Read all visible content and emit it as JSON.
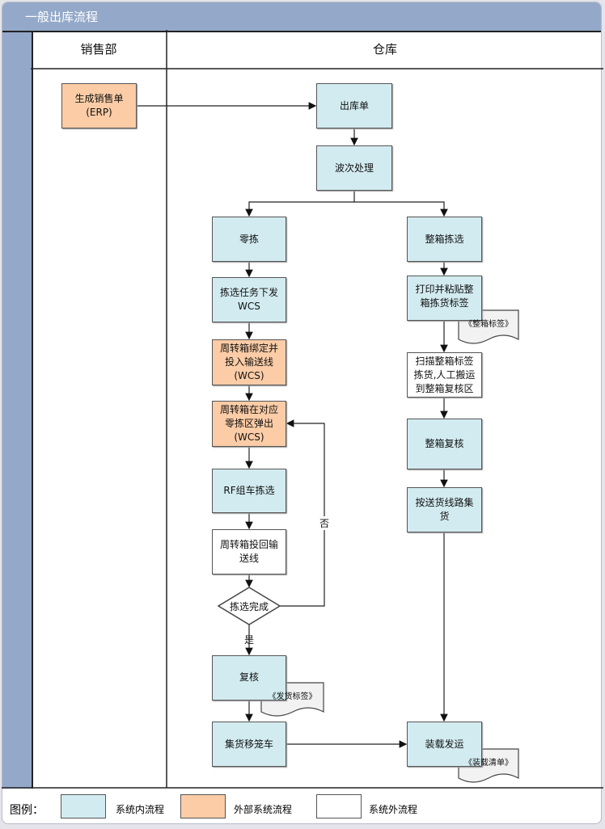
{
  "title": "一般出库流程",
  "lanes": [
    {
      "label": "销售部"
    },
    {
      "label": "仓库"
    }
  ],
  "colors": {
    "system_internal": "#d2ebf0",
    "external_system": "#fbcca6",
    "outside_system": "#ffffff",
    "header": "#94a9c9"
  },
  "nodes": {
    "erp": "生成销售单\n(ERP)",
    "outbound_order": "出库单",
    "wave": "波次处理",
    "piece_pick": "零拣",
    "case_pick": "整箱拣选",
    "task_issue": "拣选任务下发\nWCS",
    "print_label": "打印并粘贴整\n箱拣货标签",
    "bind_tote": "周转箱绑定并\n投入输送线\n(WCS)",
    "scan_label": "扫描整箱标签\n拣货,人工搬运\n到整箱复核区",
    "tote_eject": "周转箱在对应\n零拣区弹出\n(WCS)",
    "case_check": "整箱复核",
    "rf_pick": "RF组车拣选",
    "route_collect": "按送货线路集\n货",
    "tote_return": "周转箱投回输\n送线",
    "pick_done": "拣选完成",
    "check": "复核",
    "cage_move": "集货移笼车",
    "load_ship": "装载发运"
  },
  "documents": {
    "case_label": "《整箱标签》",
    "ship_label": "《发货标签》",
    "load_list": "《装载清单》"
  },
  "edge_labels": {
    "yes": "是",
    "no": "否"
  },
  "legend": {
    "title": "图例：",
    "items": [
      {
        "label": "系统内流程"
      },
      {
        "label": "外部系统流程"
      },
      {
        "label": "系统外流程"
      }
    ]
  }
}
